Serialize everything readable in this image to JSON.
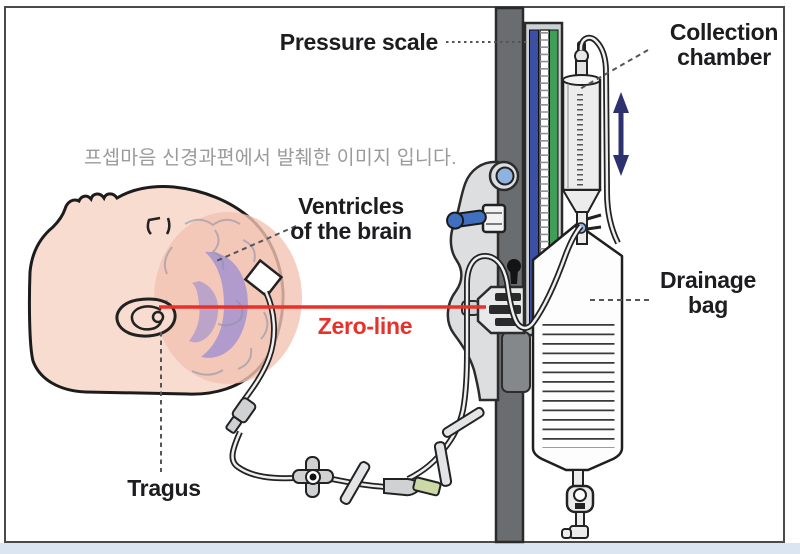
{
  "figure": {
    "source_caption": "프셉마음 신경과편에서 발췌한 이미지 입니다.",
    "labels": {
      "pressure_scale": "Pressure scale",
      "collection_chamber": "Collection\nchamber",
      "ventricles": "Ventricles\nof the brain",
      "zero_line": "Zero-line",
      "drainage_bag": "Drainage\nbag",
      "tragus": "Tragus"
    },
    "colors": {
      "zero_line": "#e8312a",
      "scale_blue": "#3a4fa5",
      "scale_green": "#3f9e57",
      "arrow_navy": "#2d3170",
      "stopcock_blue": "#3f6fbe",
      "knob_blue": "#8fb3e0",
      "port_green": "#ccd8a6",
      "pole_gray": "#6a6d70",
      "skin_pink": "#f9dcd0",
      "brain_pink": "#f2c3b2",
      "ventricle_purple": "#a493cf",
      "caption_gray": "#9b9b9b"
    }
  }
}
